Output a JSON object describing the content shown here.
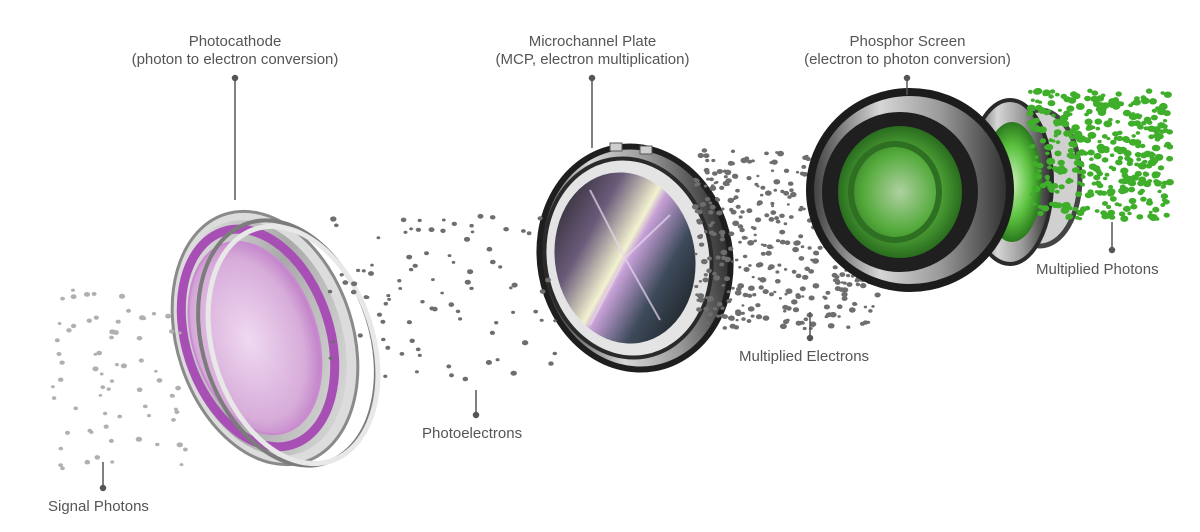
{
  "labels": {
    "photocathode": {
      "line1": "Photocathode",
      "line2": "(photon to electron conversion)"
    },
    "mcp": {
      "line1": "Microchannel Plate",
      "line2": "(MCP, electron multiplication)"
    },
    "phosphor": {
      "line1": "Phosphor Screen",
      "line2": "(electron to photon conversion)"
    },
    "signal_photons": "Signal Photons",
    "photoelectrons": "Photoelectrons",
    "multiplied_electrons": "Multiplied Electrons",
    "multiplied_photons": "Multiplied Photons"
  },
  "colors": {
    "label_text": "#555555",
    "leader_line": "#555555",
    "photon_dot": "#b0b0b0",
    "electron_dot": "#6e6e6e",
    "photocathode_tint": "#b158c0",
    "phosphor_green": "#3fae2a",
    "metal_dark": "#2a2a2a",
    "metal_light": "#d9d9d9"
  }
}
